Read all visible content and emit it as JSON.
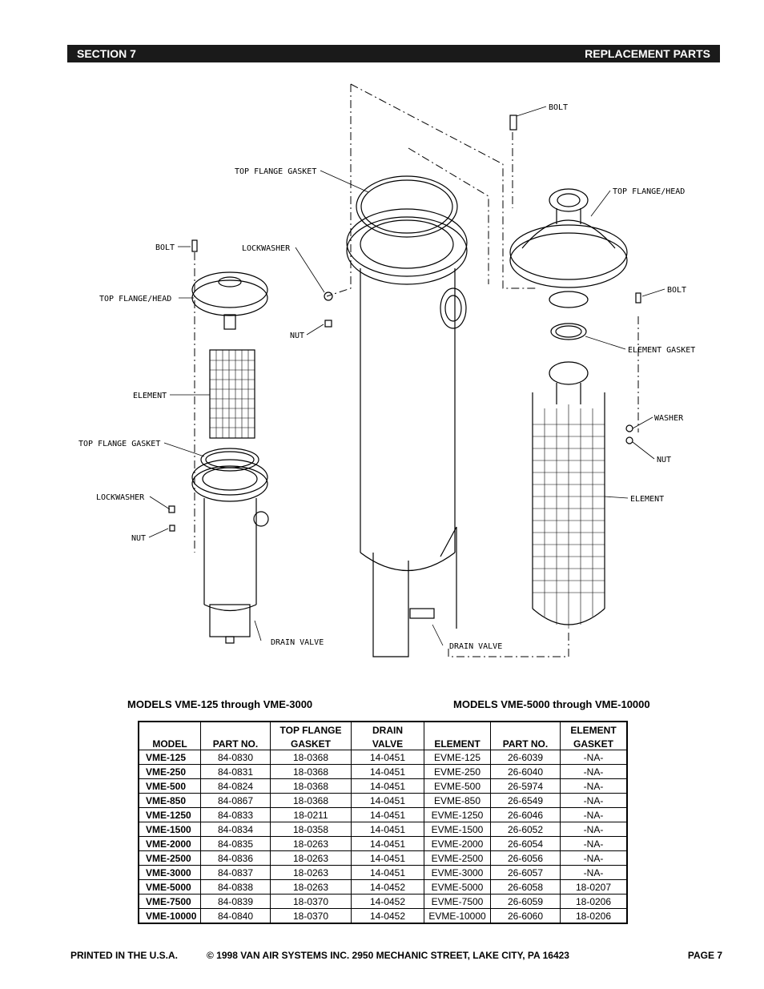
{
  "header": {
    "section": "SECTION 7",
    "title": "REPLACEMENT PARTS"
  },
  "diagram": {
    "labels": {
      "bolt_left": "BOLT",
      "top_flange_head_left": "TOP FLANGE/HEAD",
      "element_left": "ELEMENT",
      "top_flange_gasket_left": "TOP FLANGE GASKET",
      "lockwasher_left": "LOCKWASHER",
      "nut_left": "NUT",
      "drain_valve_left": "DRAIN VALVE",
      "top_flange_gasket_mid": "TOP FLANGE GASKET",
      "lockwasher_mid": "LOCKWASHER",
      "nut_mid": "NUT",
      "drain_valve_mid": "DRAIN VALVE",
      "bolt_right_top": "BOLT",
      "top_flange_head_right": "TOP FLANGE/HEAD",
      "bolt_right": "BOLT",
      "element_gasket_right": "ELEMENT GASKET",
      "washer_right": "WASHER",
      "nut_right": "NUT",
      "element_right": "ELEMENT"
    }
  },
  "captions": {
    "left": "MODELS VME-125 through VME-3000",
    "right": "MODELS VME-5000 through VME-10000"
  },
  "table": {
    "headers_top": [
      "",
      "",
      "TOP FLANGE",
      "DRAIN",
      "",
      "",
      "ELEMENT"
    ],
    "headers_bottom": [
      "MODEL",
      "PART NO.",
      "GASKET",
      "VALVE",
      "ELEMENT",
      "PART NO.",
      "GASKET"
    ],
    "rows": [
      [
        "VME-125",
        "84-0830",
        "18-0368",
        "14-0451",
        "EVME-125",
        "26-6039",
        "-NA-"
      ],
      [
        "VME-250",
        "84-0831",
        "18-0368",
        "14-0451",
        "EVME-250",
        "26-6040",
        "-NA-"
      ],
      [
        "VME-500",
        "84-0824",
        "18-0368",
        "14-0451",
        "EVME-500",
        "26-5974",
        "-NA-"
      ],
      [
        "VME-850",
        "84-0867",
        "18-0368",
        "14-0451",
        "EVME-850",
        "26-6549",
        "-NA-"
      ],
      [
        "VME-1250",
        "84-0833",
        "18-0211",
        "14-0451",
        "EVME-1250",
        "26-6046",
        "-NA-"
      ],
      [
        "VME-1500",
        "84-0834",
        "18-0358",
        "14-0451",
        "EVME-1500",
        "26-6052",
        "-NA-"
      ],
      [
        "VME-2000",
        "84-0835",
        "18-0263",
        "14-0451",
        "EVME-2000",
        "26-6054",
        "-NA-"
      ],
      [
        "VME-2500",
        "84-0836",
        "18-0263",
        "14-0451",
        "EVME-2500",
        "26-6056",
        "-NA-"
      ],
      [
        "VME-3000",
        "84-0837",
        "18-0263",
        "14-0451",
        "EVME-3000",
        "26-6057",
        "-NA-"
      ],
      [
        "VME-5000",
        "84-0838",
        "18-0263",
        "14-0452",
        "EVME-5000",
        "26-6058",
        "18-0207"
      ],
      [
        "VME-7500",
        "84-0839",
        "18-0370",
        "14-0452",
        "EVME-7500",
        "26-6059",
        "18-0206"
      ],
      [
        "VME-10000",
        "84-0840",
        "18-0370",
        "14-0452",
        "EVME-10000",
        "26-6060",
        "18-0206"
      ]
    ]
  },
  "footer": {
    "left": "PRINTED IN THE U.S.A.",
    "center": "© 1998 VAN AIR SYSTEMS INC. 2950 MECHANIC STREET, LAKE CITY, PA 16423",
    "right": "PAGE 7"
  }
}
